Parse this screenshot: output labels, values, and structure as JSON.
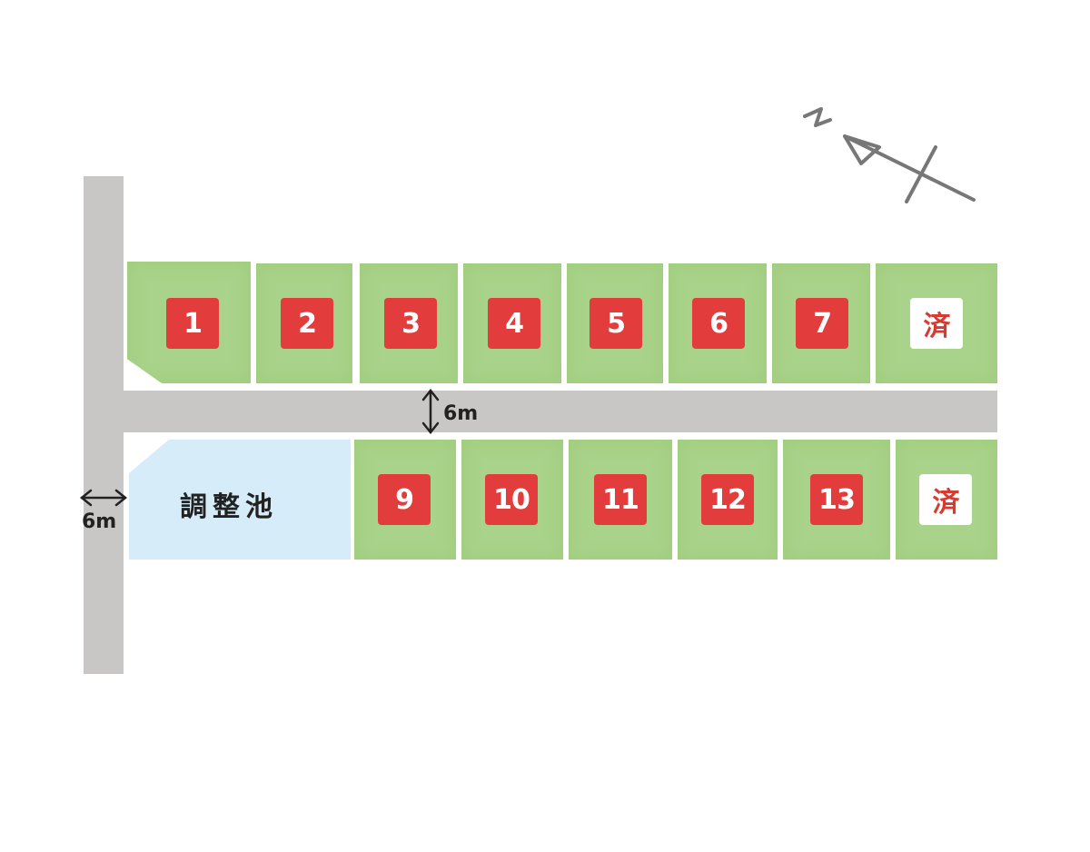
{
  "map": {
    "top_row_lots": [
      {
        "label": "1",
        "sold": false
      },
      {
        "label": "2",
        "sold": false
      },
      {
        "label": "3",
        "sold": false
      },
      {
        "label": "4",
        "sold": false
      },
      {
        "label": "5",
        "sold": false
      },
      {
        "label": "6",
        "sold": false
      },
      {
        "label": "7",
        "sold": false
      },
      {
        "label": "済",
        "sold": true
      }
    ],
    "bottom_row_lots": [
      {
        "label": "9",
        "sold": false
      },
      {
        "label": "10",
        "sold": false
      },
      {
        "label": "11",
        "sold": false
      },
      {
        "label": "12",
        "sold": false
      },
      {
        "label": "13",
        "sold": false
      },
      {
        "label": "済",
        "sold": true
      }
    ],
    "pond_label": "調整池",
    "road_width_horizontal": "6m",
    "road_width_vertical": "6m",
    "north_symbol": "north-arrow-icon",
    "colors": {
      "lot": "#a9d28a",
      "road": "#c9c6c6",
      "pond": "#d6ecf8",
      "tag": "#e23c3c",
      "sold_text": "#d63a30"
    }
  }
}
